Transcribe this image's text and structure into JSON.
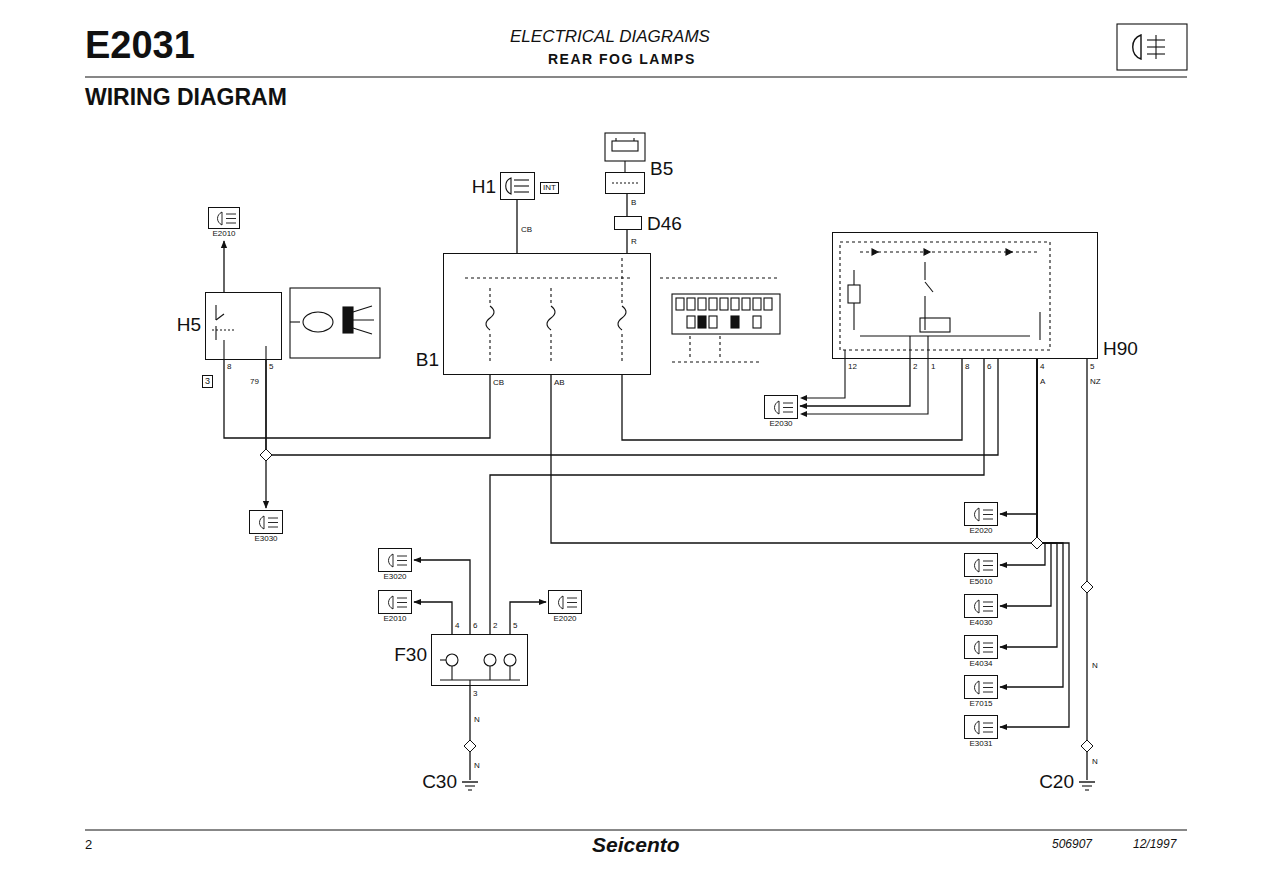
{
  "diagram": {
    "title": "REAR FOG LAMPS",
    "nodes": [
      {
        "text": [
          "E2010"
        ]
      },
      {
        "text": [
          "H1",
          "INT"
        ]
      },
      {
        "text": [
          "B5"
        ]
      },
      {
        "text": [
          "D46"
        ]
      },
      {
        "text": [
          "H5"
        ]
      },
      {
        "text": [
          "B1"
        ]
      },
      {
        "text": [
          "H90"
        ]
      },
      {
        "text": [
          "E2030"
        ]
      },
      {
        "text": [
          "E3030"
        ]
      },
      {
        "text": [
          "E2020"
        ]
      },
      {
        "text": [
          "E3020"
        ]
      },
      {
        "text": [
          "E5010"
        ]
      },
      {
        "text": [
          "E2010"
        ]
      },
      {
        "text": [
          "E2020"
        ]
      },
      {
        "text": [
          "E4030"
        ]
      },
      {
        "text": [
          "F30"
        ]
      },
      {
        "text": [
          "E4034"
        ]
      },
      {
        "text": [
          "E7015"
        ]
      },
      {
        "text": [
          "E3031"
        ]
      },
      {
        "text": [
          "C30"
        ]
      },
      {
        "text": [
          "C20"
        ]
      }
    ],
    "edges": [
      {
        "from": 1,
        "to": 5,
        "arrow": "none"
      },
      {
        "from": 2,
        "to": 3,
        "arrow": "none"
      },
      {
        "from": 3,
        "to": 5,
        "arrow": "none"
      },
      {
        "from": 4,
        "to": 0,
        "arrow": "to"
      },
      {
        "from": 4,
        "to": 5,
        "arrow": "none"
      },
      {
        "from": 4,
        "to": 8,
        "arrow": "to"
      },
      {
        "from": 4,
        "to": 6,
        "arrow": "none"
      },
      {
        "from": 5,
        "to": 6,
        "arrow": "none"
      },
      {
        "from": 5,
        "to": 6,
        "arrow": "none"
      },
      {
        "from": 6,
        "to": 7,
        "arrow": "to"
      },
      {
        "from": 6,
        "to": 9,
        "arrow": "to"
      },
      {
        "from": 6,
        "to": 11,
        "arrow": "to"
      },
      {
        "from": 6,
        "to": 14,
        "arrow": "to"
      },
      {
        "from": 6,
        "to": 16,
        "arrow": "to"
      },
      {
        "from": 6,
        "to": 17,
        "arrow": "to"
      },
      {
        "from": 6,
        "to": 18,
        "arrow": "to"
      },
      {
        "from": 6,
        "to": 15,
        "arrow": "none"
      },
      {
        "from": 15,
        "to": 10,
        "arrow": "to"
      },
      {
        "from": 15,
        "to": 12,
        "arrow": "to"
      },
      {
        "from": 15,
        "to": 13,
        "arrow": "to"
      },
      {
        "from": 15,
        "to": 19,
        "arrow": "none"
      },
      {
        "from": 6,
        "to": 20,
        "arrow": "none"
      }
    ],
    "labels": [
      "E2031",
      "ELECTRICAL DIAGRAMS",
      "WIRING DIAGRAM",
      "CB",
      "B",
      "R",
      "8",
      "5",
      "3",
      "79",
      "CB",
      "AB",
      "12",
      "2",
      "1",
      "8",
      "6",
      "4",
      "5",
      "A",
      "NZ",
      "N",
      "N",
      "4",
      "6",
      "2",
      "5",
      "3",
      "N",
      "N",
      "2",
      "Seicento",
      "506907",
      "12/1997"
    ]
  }
}
